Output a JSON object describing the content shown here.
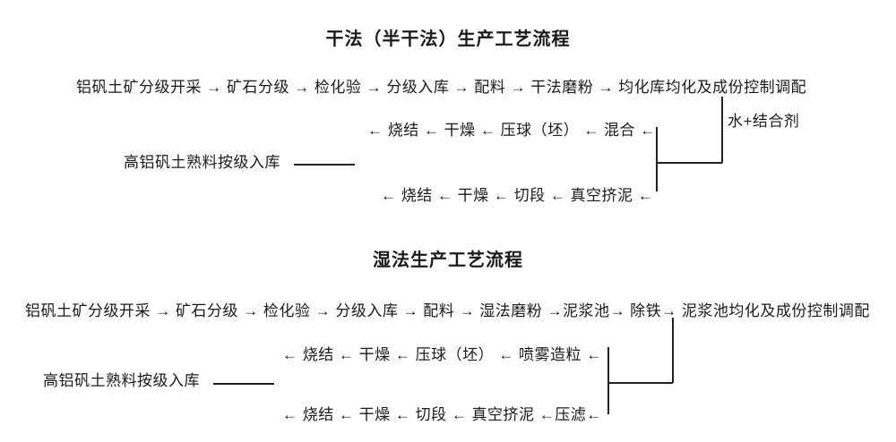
{
  "page": {
    "background_color": "#ffffff",
    "text_color": "#1a1a1a",
    "line_color": "#222222"
  },
  "dry_section": {
    "title": "干法（半干法）生产工艺流程",
    "main_flow": "铝矾土矿分级开采 → 矿石分级 → 检化验 → 分级入库 → 配料 → 干法磨粉 → 均化库均化及成份控制调配",
    "additive_label": "水+结合剂",
    "press_flow": "← 烧结 ← 干燥 ← 压球（坯） ← 混合 ←",
    "storage_label": "高铝矾土熟料按级入库",
    "extrude_flow": "← 烧结 ← 干燥 ← 切段 ← 真空挤泥 ←"
  },
  "wet_section": {
    "title": "湿法生产工艺流程",
    "main_flow": "铝矾土矿分级开采 → 矿石分级 → 检化验 → 分级入库 → 配料 → 湿法磨粉 →泥浆池→ 除铁→ 泥浆池均化及成份控制调配",
    "press_flow": "← 烧结 ← 干燥 ← 压球（坯） ← 喷雾造粒 ←",
    "storage_label": "高铝矾土熟料按级入库",
    "extrude_flow": "← 烧结 ← 干燥 ← 切段 ← 真空挤泥 ←压滤←"
  }
}
